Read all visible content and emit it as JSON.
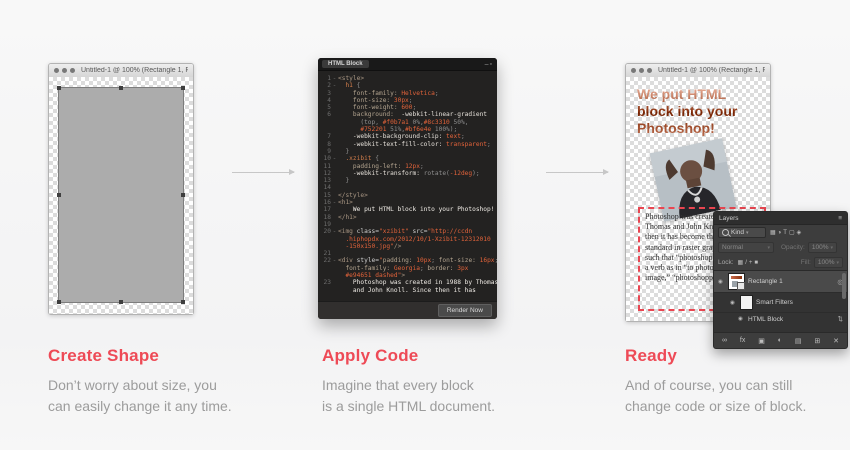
{
  "windows": {
    "left": {
      "title": "Untitled-1 @ 100% (Rectangle 1, RG..."
    },
    "right": {
      "title": "Untitled-1 @ 100% (Rectangle 1, RG..."
    }
  },
  "editor": {
    "title": "HTML Block",
    "minimize_icon": "–",
    "maximize_icon": "▫",
    "render_button": "Render Now",
    "lines": [
      {
        "n": "1",
        "f": true,
        "seg": [
          [
            "tag",
            "<style>"
          ]
        ]
      },
      {
        "n": "2",
        "f": true,
        "seg": [
          [
            "pln",
            "  "
          ],
          [
            "sel",
            "h1"
          ],
          [
            "pln",
            " {"
          ]
        ]
      },
      {
        "n": "3",
        "seg": [
          [
            "prop",
            "    font-family:"
          ],
          [
            "val",
            " Helvetica"
          ],
          [
            "pln",
            ";"
          ]
        ]
      },
      {
        "n": "4",
        "seg": [
          [
            "prop",
            "    font-size:"
          ],
          [
            "val",
            " 30px"
          ],
          [
            "pln",
            ";"
          ]
        ]
      },
      {
        "n": "5",
        "seg": [
          [
            "prop",
            "    font-weight:"
          ],
          [
            "val",
            " 600"
          ],
          [
            "pln",
            ";"
          ]
        ]
      },
      {
        "n": "6",
        "seg": [
          [
            "prop",
            "    background:"
          ],
          [
            "wk",
            "  -webkit-linear-gradient"
          ]
        ]
      },
      {
        "n": "",
        "seg": [
          [
            "pln",
            "      (top, "
          ],
          [
            "val",
            "#f0b7a1"
          ],
          [
            "pln",
            " 0%,"
          ],
          [
            "val",
            "#8c3310"
          ],
          [
            "pln",
            " 50%,"
          ]
        ]
      },
      {
        "n": "",
        "seg": [
          [
            "pln",
            "      "
          ],
          [
            "val",
            "#752201"
          ],
          [
            "pln",
            " 51%,"
          ],
          [
            "val",
            "#bf6e4e"
          ],
          [
            "pln",
            " 100%);"
          ]
        ]
      },
      {
        "n": "7",
        "seg": [
          [
            "wk",
            "    -webkit-background-clip:"
          ],
          [
            "val",
            " text"
          ],
          [
            "pln",
            ";"
          ]
        ]
      },
      {
        "n": "8",
        "seg": [
          [
            "wk",
            "    -webkit-text-fill-color:"
          ],
          [
            "val",
            " transparent"
          ],
          [
            "pln",
            ";"
          ]
        ]
      },
      {
        "n": "9",
        "seg": [
          [
            "pln",
            "  }"
          ]
        ]
      },
      {
        "n": "10",
        "f": true,
        "seg": [
          [
            "pln",
            "  "
          ],
          [
            "sel",
            ".xzibit"
          ],
          [
            "pln",
            " {"
          ]
        ]
      },
      {
        "n": "11",
        "seg": [
          [
            "prop",
            "    padding-left:"
          ],
          [
            "val",
            " 12px"
          ],
          [
            "pln",
            ";"
          ]
        ]
      },
      {
        "n": "12",
        "seg": [
          [
            "wk",
            "    -webkit-transform:"
          ],
          [
            "pln",
            " rotate("
          ],
          [
            "val",
            "-12deg"
          ],
          [
            "pln",
            ");"
          ]
        ]
      },
      {
        "n": "13",
        "seg": [
          [
            "pln",
            "  }"
          ]
        ]
      },
      {
        "n": "14",
        "seg": []
      },
      {
        "n": "15",
        "seg": [
          [
            "tag",
            "</style>"
          ]
        ]
      },
      {
        "n": "16",
        "f": true,
        "seg": [
          [
            "tag",
            "<h1>"
          ]
        ]
      },
      {
        "n": "17",
        "seg": [
          [
            "txt",
            "    We put HTML block into your Photoshop!"
          ]
        ]
      },
      {
        "n": "18",
        "seg": [
          [
            "tag",
            "</h1>"
          ]
        ]
      },
      {
        "n": "19",
        "seg": []
      },
      {
        "n": "20",
        "f": true,
        "seg": [
          [
            "tag",
            "<img "
          ],
          [
            "attr",
            "class="
          ],
          [
            "str",
            "\"xzibit\""
          ],
          [
            "attr",
            " src="
          ],
          [
            "str",
            "\"http://ccdn"
          ]
        ]
      },
      {
        "n": "",
        "seg": [
          [
            "str",
            "  .hiphopdx.com/2012/10/1-Xzibit-12312010"
          ]
        ]
      },
      {
        "n": "",
        "seg": [
          [
            "str",
            "  -150x150.jpg\""
          ],
          [
            "tag",
            "/>"
          ]
        ]
      },
      {
        "n": "21",
        "seg": []
      },
      {
        "n": "22",
        "f": true,
        "seg": [
          [
            "tag",
            "<div "
          ],
          [
            "attr",
            "style="
          ],
          [
            "str",
            "\""
          ],
          [
            "prop",
            "padding:"
          ],
          [
            "val",
            " 10px"
          ],
          [
            "pln",
            "; "
          ],
          [
            "prop",
            "font-size:"
          ],
          [
            "val",
            " 16px"
          ],
          [
            "pln",
            ";"
          ]
        ]
      },
      {
        "n": "",
        "seg": [
          [
            "prop",
            "  font-family:"
          ],
          [
            "val",
            " Georgia"
          ],
          [
            "pln",
            "; "
          ],
          [
            "prop",
            "border:"
          ],
          [
            "val",
            " 3px"
          ]
        ]
      },
      {
        "n": "",
        "seg": [
          [
            "val",
            "  #e94651 dashed"
          ],
          [
            "str",
            "\""
          ],
          [
            "tag",
            ">"
          ]
        ]
      },
      {
        "n": "23",
        "seg": [
          [
            "txt",
            "    Photoshop was created in 1988 by Thomas"
          ]
        ]
      },
      {
        "n": "",
        "seg": [
          [
            "txt",
            "    and John Knoll. Since then it has"
          ]
        ]
      }
    ]
  },
  "preview": {
    "heading": "We put HTML\nblock into your\nPhotoshop!",
    "heading_gradient": [
      "#f0b7a1",
      "#8c3310",
      "#752201",
      "#bf6e4e"
    ],
    "paragraph": "Photoshop was created in 1988 by Thomas and John Knoll. Since then it has become the de facto standard in raster graphics editing, such that “photoshop” has become a verb as in “to photoshop an image,” “photoshopping…”",
    "border_color": "#e94651"
  },
  "layers_panel": {
    "title": "Layers",
    "menu_icon": "≡",
    "kind_label": "Kind",
    "chevron": "▾",
    "filter_icons": [
      {
        "name": "pixel-layer-filter-icon",
        "glyph": "▦"
      },
      {
        "name": "adjustment-layer-filter-icon",
        "glyph": "◑"
      },
      {
        "name": "type-layer-filter-icon",
        "glyph": "T"
      },
      {
        "name": "shape-layer-filter-icon",
        "glyph": "▢"
      },
      {
        "name": "smart-object-filter-icon",
        "glyph": "◈"
      }
    ],
    "blend_mode": "Normal",
    "opacity_label": "Opacity:",
    "opacity_value": "100%",
    "lock_label": "Lock:",
    "lock_icons": [
      {
        "name": "lock-transparency-icon",
        "glyph": "▦"
      },
      {
        "name": "lock-paint-icon",
        "glyph": "/"
      },
      {
        "name": "lock-position-icon",
        "glyph": "+"
      },
      {
        "name": "lock-all-icon",
        "glyph": "■"
      }
    ],
    "fill_label": "Fill:",
    "fill_value": "100%",
    "eye_icon": "◉",
    "rows": [
      {
        "name": "Rectangle 1"
      },
      {
        "name": "Smart Filters"
      },
      {
        "name": "HTML Block"
      }
    ],
    "layer_fx_icon": "◎",
    "filter_toggle_icon": "⇅",
    "bottom_icons": [
      {
        "name": "link-layers-icon",
        "glyph": "∞"
      },
      {
        "name": "layer-styles-icon",
        "glyph": "fx"
      },
      {
        "name": "layer-mask-icon",
        "glyph": "▣"
      },
      {
        "name": "adjustment-icon",
        "glyph": "◐"
      },
      {
        "name": "group-icon",
        "glyph": "▤"
      },
      {
        "name": "new-layer-icon",
        "glyph": "⊞"
      },
      {
        "name": "delete-layer-icon",
        "glyph": "✕"
      }
    ]
  },
  "captions": [
    {
      "heading": "Create Shape",
      "body": "Don’t worry about size, you\ncan easily change it any time."
    },
    {
      "heading": "Apply Code",
      "body": "Imagine that every block\nis a single HTML document."
    },
    {
      "heading": "Ready",
      "body": "And of course, you can still\nchange code or size of block."
    }
  ]
}
